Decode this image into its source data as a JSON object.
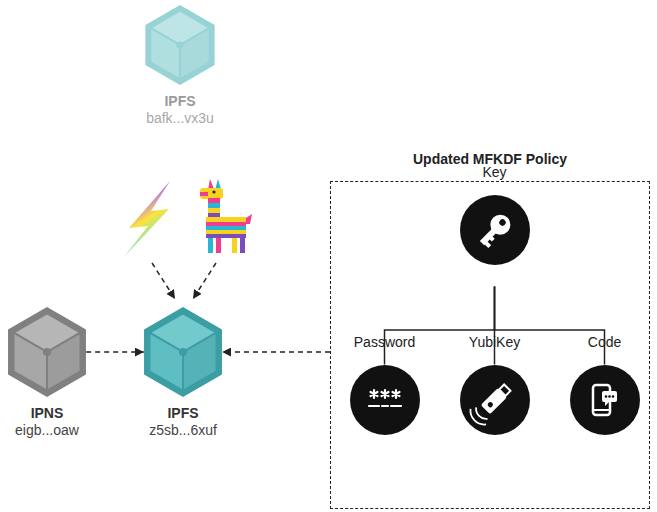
{
  "diagram": {
    "nodes": [
      {
        "text": [
          "IPFS",
          "bafk...vx3u"
        ]
      },
      {
        "text": [
          "IPNS",
          "eigb...oaw"
        ]
      },
      {
        "text": [
          "IPFS",
          "z5sb...6xuf"
        ]
      },
      {
        "text": [
          "Updated MFKDF Policy"
        ]
      },
      {
        "text": [
          "Key"
        ],
        "in": 3
      },
      {
        "text": [
          "Password"
        ],
        "in": 3
      },
      {
        "text": [
          "YubiKey"
        ],
        "in": 3
      },
      {
        "text": [
          "Code"
        ],
        "in": 3
      }
    ],
    "edges": [
      {
        "from": 1,
        "to": 2,
        "arrow": "to"
      },
      {
        "from": 3,
        "to": 2,
        "arrow": "to"
      },
      {
        "from": 4,
        "to": 5,
        "arrow": "none"
      },
      {
        "from": 4,
        "to": 6,
        "arrow": "none"
      },
      {
        "from": 4,
        "to": 7,
        "arrow": "none"
      }
    ]
  }
}
